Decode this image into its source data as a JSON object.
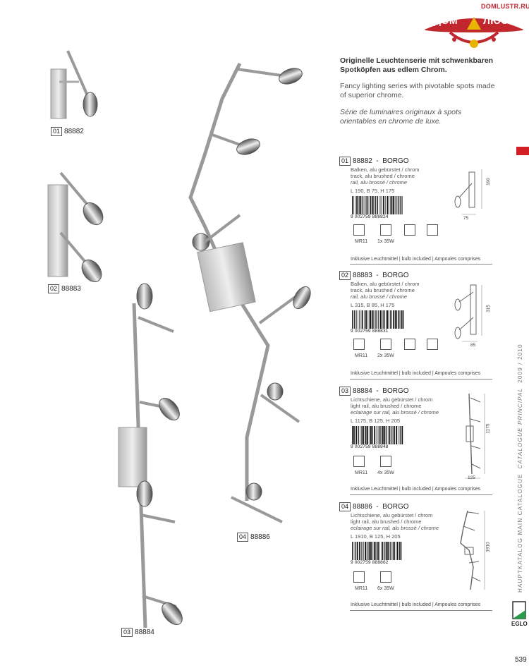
{
  "logo": {
    "url": "DOMLUSTR.RU",
    "word_left": "ДОМ",
    "word_right": "ЛЮСТР",
    "color": "#c1272d"
  },
  "intro": {
    "de": "Originelle Leuchtenserie mit schwenkbaren Spotköpfen aus edlem Chrom.",
    "en": "Fancy lighting series with pivotable spots made of superior chrome.",
    "fr": "Série de luminaires originaux à spots orientables en chrome de luxe."
  },
  "products": [
    {
      "num": "01",
      "code": "88882",
      "name": "BORGO",
      "de": "Balken, alu gebürstet / chrom",
      "en": "track, alu brushed / chrome",
      "fr": "rail, alu brossé / chrome",
      "dims": "L 190, B 75, H 175",
      "barcode": "9 002759 888824",
      "bulb_type": "MR11",
      "bulb_count": "1x 35W",
      "included": "Inklusive Leuchtmittel | bulb included | Ampoules comprises",
      "dim_v": "190",
      "dim_h": "75"
    },
    {
      "num": "02",
      "code": "88883",
      "name": "BORGO",
      "de": "Balken, alu gebürstet / chrom",
      "en": "track, alu brushed / chrome",
      "fr": "rail, alu brossé / chrome",
      "dims": "L 315, B 85, H 175",
      "barcode": "9 002759 888831",
      "bulb_type": "MR11",
      "bulb_count": "2x 35W",
      "included": "Inklusive Leuchtmittel | bulb included | Ampoules comprises",
      "dim_v": "315",
      "dim_h": "85"
    },
    {
      "num": "03",
      "code": "88884",
      "name": "BORGO",
      "de": "Lichtschiene, alu gebürstet / chrom",
      "en": "light rail, alu brushed / chrome",
      "fr": "eclairage sur rail, alu brossé / chrome",
      "dims": "L 1175, B 125, H 205",
      "barcode": "9 002759 888848",
      "bulb_type": "MR11",
      "bulb_count": "4x 35W",
      "included": "Inklusive Leuchtmittel | bulb included | Ampoules comprises",
      "dim_v": "1175",
      "dim_h": "125"
    },
    {
      "num": "04",
      "code": "88886",
      "name": "BORGO",
      "de": "Lichtschiene, alu gebürstet / chrom",
      "en": "light rail, alu brushed / chrome",
      "fr": "eclairage sur rail, alu brossé / chrome",
      "dims": "L 1910, B 125, H 205",
      "barcode": "9 002759 888862",
      "bulb_type": "MR11",
      "bulb_count": "6x 35W",
      "included": "Inklusive Leuchtmittel | bulb included | Ampoules comprises",
      "dim_v": "1910",
      "dim_h": ""
    }
  ],
  "photo_labels": {
    "p01_num": "01",
    "p01_code": "88882",
    "p02_num": "02",
    "p02_code": "88883",
    "p03_num": "03",
    "p03_code": "88884",
    "p04_num": "04",
    "p04_code": "88886"
  },
  "side": {
    "main": "HAUPTKATALOG  MAIN CATALOGUE",
    "fr": "CATALOGUE PRINCIPAL",
    "years": "2009 / 2010",
    "accent": "#d21f26"
  },
  "brand": "EGLO",
  "page_number": "539"
}
